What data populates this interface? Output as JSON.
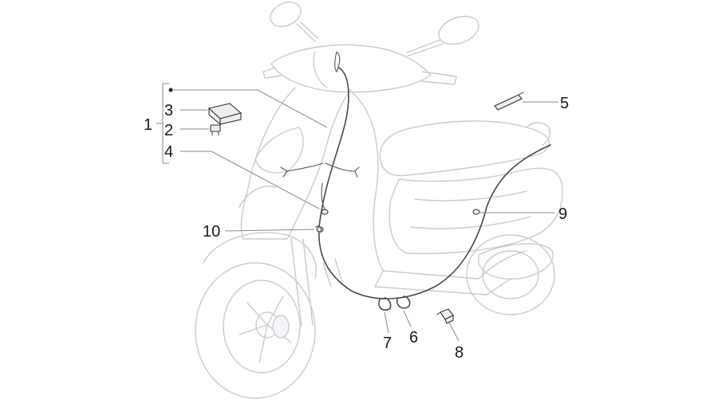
{
  "callouts": [
    {
      "id": "1",
      "text": "1"
    },
    {
      "id": "2",
      "text": "2"
    },
    {
      "id": "3",
      "text": "3"
    },
    {
      "id": "4",
      "text": "4"
    },
    {
      "id": "5",
      "text": "5"
    },
    {
      "id": "6",
      "text": "6"
    },
    {
      "id": "7",
      "text": "7"
    },
    {
      "id": "8",
      "text": "8"
    },
    {
      "id": "9",
      "text": "9"
    },
    {
      "id": "10",
      "text": "10"
    }
  ],
  "colors": {
    "ghost_outline": "#c9ccd1",
    "wire": "#4a4a4a",
    "leader": "#8a8a8a",
    "text": "#1a1a1a"
  }
}
